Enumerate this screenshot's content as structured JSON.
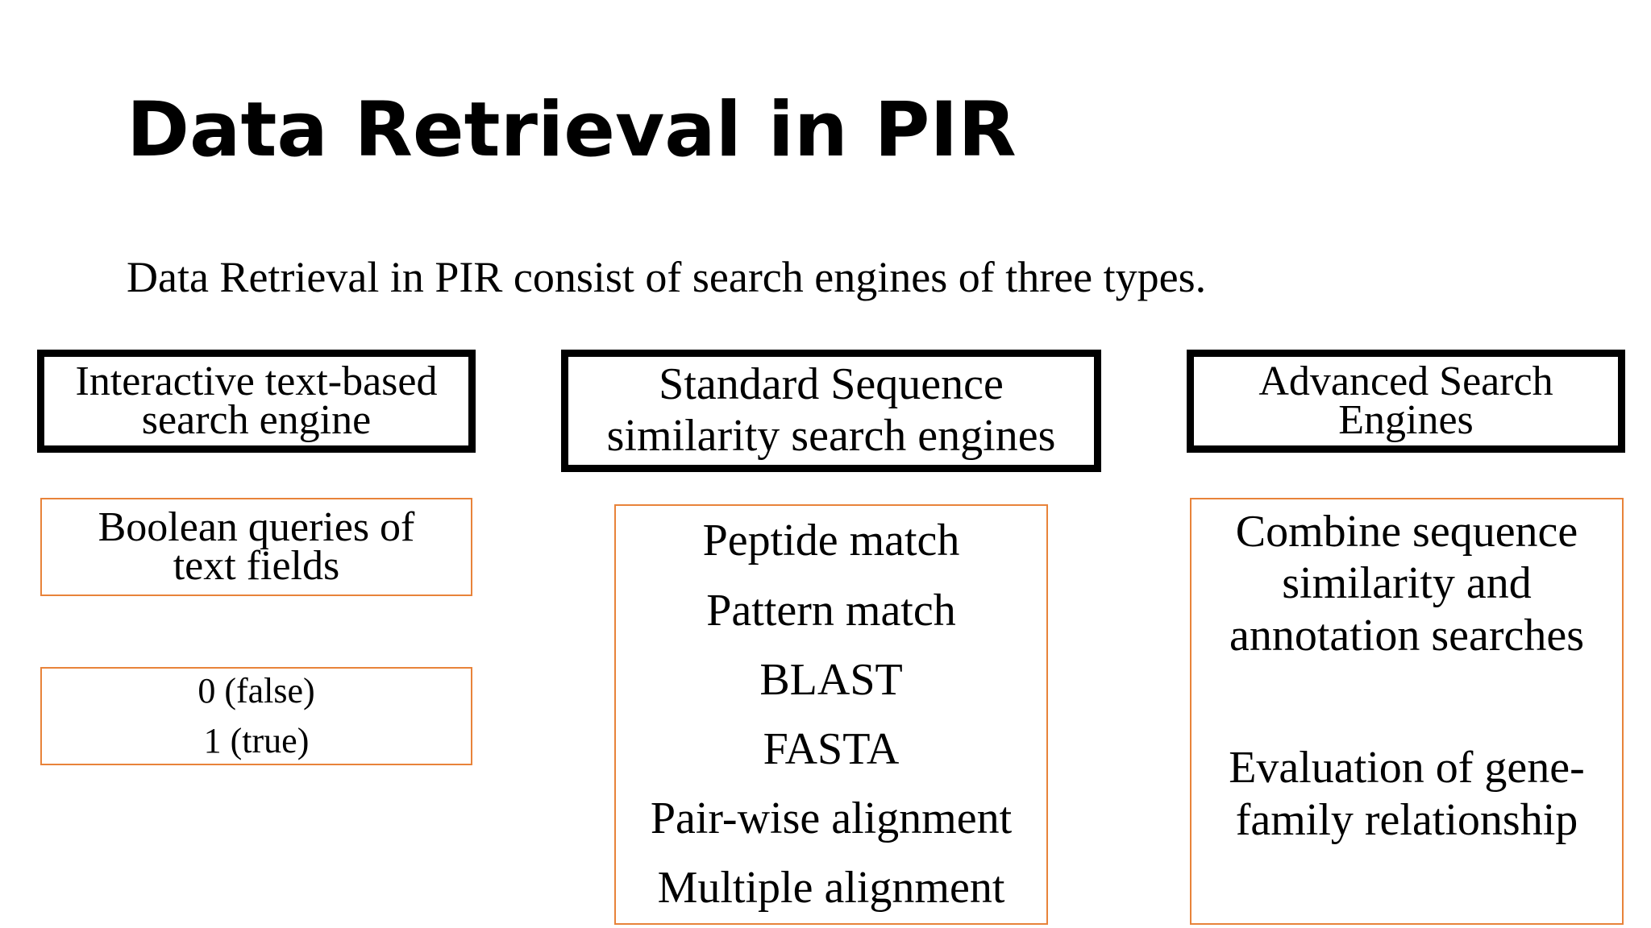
{
  "slide": {
    "title": "Data Retrieval in PIR",
    "subtitle": "Data Retrieval in PIR consist of search engines of three types."
  },
  "columns": [
    {
      "heading_lines": [
        "Interactive text-based",
        "search engine"
      ],
      "detail_boxes": [
        {
          "lines": [
            "Boolean queries of",
            "text fields"
          ]
        },
        {
          "lines": [
            "0 (false)",
            "1 (true)"
          ]
        }
      ]
    },
    {
      "heading_lines": [
        "Standard Sequence",
        "similarity search engines"
      ],
      "items": [
        "Peptide match",
        "Pattern match",
        "BLAST",
        "FASTA",
        "Pair-wise alignment",
        "Multiple alignment"
      ]
    },
    {
      "heading_lines": [
        "Advanced Search",
        "Engines"
      ],
      "paragraphs": [
        {
          "lines": [
            "Combine sequence",
            "similarity and",
            "annotation searches"
          ]
        },
        {
          "lines": [
            "Evaluation of gene-",
            "family relationship"
          ]
        }
      ]
    }
  ],
  "colors": {
    "heading_border": "#000000",
    "detail_border": "#e8833a",
    "text": "#000000",
    "background": "#ffffff"
  }
}
